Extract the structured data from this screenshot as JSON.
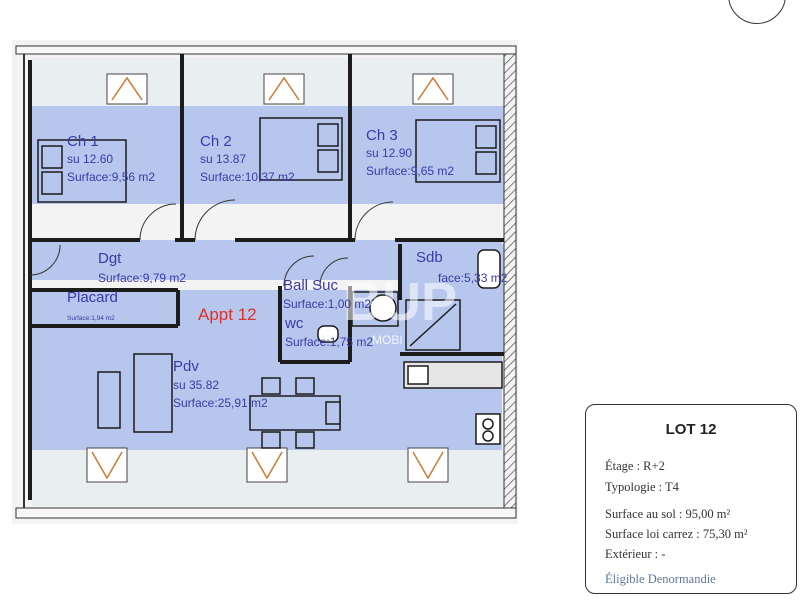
{
  "plan": {
    "apartment": "Appt 12",
    "rooms": [
      {
        "id": "ch1",
        "name": "Ch 1",
        "su": "su 12.60",
        "surface": "Surface:9,56 m2"
      },
      {
        "id": "ch2",
        "name": "Ch 2",
        "su": "su 13.87",
        "surface": "Surface:10,37 m2"
      },
      {
        "id": "ch3",
        "name": "Ch 3",
        "su": "su 12.90",
        "surface": "Surface:9,65 m2"
      },
      {
        "id": "dgt",
        "name": "Dgt",
        "surface": "Surface:9,79 m2"
      },
      {
        "id": "placard",
        "name": "Placard",
        "surface": "Surface:1,94 m2"
      },
      {
        "id": "sdb",
        "name": "Sdb",
        "surface": "face:5,33 m2"
      },
      {
        "id": "ball",
        "name": "Ball Suc",
        "surface": "Surface:1,00 m2"
      },
      {
        "id": "wc",
        "name": "wc",
        "surface": "Surface:1,75 m2"
      },
      {
        "id": "pdv",
        "name": "Pdv",
        "su": "su 35.82",
        "surface": "Surface:25,91 m2"
      }
    ],
    "watermark": "BUP",
    "watermark_sub": "MOBI"
  },
  "lot": {
    "title": "LOT 12",
    "etage": "Étage : R+2",
    "typologie": "Typologie : T4",
    "surface_sol": "Surface au sol : 95,00 m²",
    "surface_carrez": "Surface loi carrez : 75,30 m²",
    "exterieur": "Extérieur : -",
    "eligible": "Éligible Denormandie"
  },
  "colors": {
    "floor": "#b7c6ec",
    "walls": "#1c1c1c",
    "label": "#3a3aa8",
    "appt": "#e0302a"
  }
}
